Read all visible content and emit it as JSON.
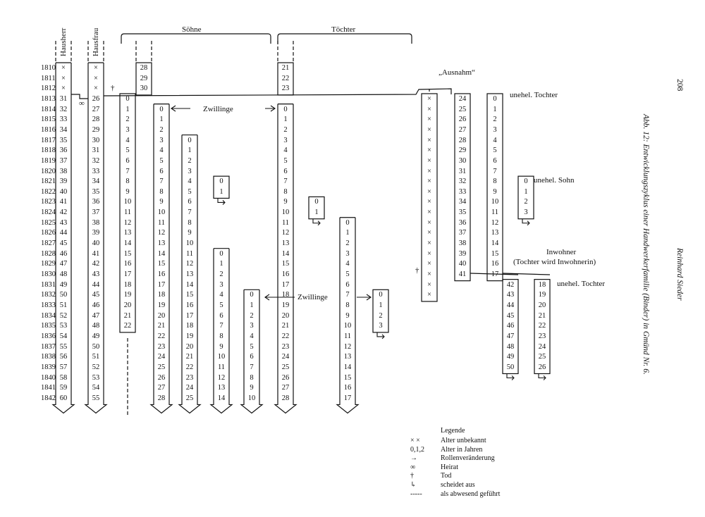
{
  "header": {
    "hausherr": "Hausherr",
    "hausfrau": "Hausfrau",
    "soehne": "Söhne",
    "toechter": "Töchter"
  },
  "page_number": "208",
  "author": "Reinhard Sieder",
  "caption": "Abb. 12: Entwicklungszyklus einer Handwerkerfamilie (Binder) in Gmünd Nr. 6.",
  "labels": {
    "zwillinge": "Zwillinge",
    "ausnahm": "„Ausnahm“",
    "unehel_tochter": "unehel. Tochter",
    "unehel_sohn": "unehel. Sohn",
    "inwohner": "Inwohner",
    "inwohner_sub": "(Tochter wird Inwohnerin)",
    "dagger": "†",
    "infinity": "∞"
  },
  "years": [
    "1810",
    "1811",
    "1812",
    "1813",
    "1814",
    "1815",
    "1816",
    "1817",
    "1818",
    "1819",
    "1820",
    "1821",
    "1822",
    "1823",
    "1824",
    "1825",
    "1826",
    "1827",
    "1828",
    "1829",
    "1830",
    "1831",
    "1832",
    "1833",
    "1834",
    "1835",
    "1836",
    "1837",
    "1838",
    "1839",
    "1840",
    "1841",
    "1842"
  ],
  "columns": [
    {
      "id": "hausherr",
      "start": 0,
      "values": [
        "×",
        "×",
        "×",
        "31",
        "32",
        "33",
        "34",
        "35",
        "36",
        "37",
        "38",
        "39",
        "40",
        "41",
        "42",
        "43",
        "44",
        "45",
        "46",
        "47",
        "48",
        "49",
        "50",
        "51",
        "52",
        "53",
        "54",
        "55",
        "56",
        "57",
        "58",
        "59",
        "60"
      ]
    },
    {
      "id": "hausfrau",
      "start": 0,
      "values": [
        "×",
        "×",
        "×",
        "26",
        "27",
        "28",
        "29",
        "30",
        "31",
        "32",
        "33",
        "34",
        "35",
        "36",
        "37",
        "38",
        "39",
        "40",
        "41",
        "42",
        "43",
        "44",
        "45",
        "46",
        "47",
        "48",
        "49",
        "50",
        "51",
        "52",
        "53",
        "54",
        "55"
      ]
    },
    {
      "id": "sohn-alt",
      "start": 0,
      "values": [
        "28",
        "29",
        "30"
      ]
    },
    {
      "id": "sohn1",
      "start": 3,
      "values": [
        "0",
        "1",
        "2",
        "3",
        "4",
        "5",
        "6",
        "7",
        "8",
        "9",
        "10",
        "11",
        "12",
        "13",
        "14",
        "15",
        "16",
        "17",
        "18",
        "19",
        "20",
        "21",
        "22"
      ]
    },
    {
      "id": "sohn2",
      "start": 4,
      "values": [
        "0",
        "1",
        "2",
        "3",
        "4",
        "5",
        "6",
        "7",
        "8",
        "9",
        "10",
        "11",
        "12",
        "13",
        "14",
        "15",
        "16",
        "17",
        "18",
        "19",
        "20",
        "21",
        "22",
        "23",
        "24",
        "25",
        "26",
        "27",
        "28"
      ]
    },
    {
      "id": "sohn3",
      "start": 7,
      "values": [
        "0",
        "1",
        "2",
        "3",
        "4",
        "5",
        "6",
        "7",
        "8",
        "9",
        "10",
        "11",
        "12",
        "13",
        "14",
        "15",
        "16",
        "17",
        "18",
        "19",
        "20",
        "21",
        "22",
        "23",
        "24",
        "25"
      ]
    },
    {
      "id": "sohn4",
      "start": 11,
      "values": [
        "0",
        "1"
      ]
    },
    {
      "id": "sohn5",
      "start": 18,
      "values": [
        "0",
        "1",
        "2",
        "3",
        "4",
        "5",
        "6",
        "7",
        "8",
        "9",
        "10",
        "11",
        "12",
        "13",
        "14"
      ]
    },
    {
      "id": "sohn6",
      "start": 22,
      "values": [
        "0",
        "1",
        "2",
        "3",
        "4",
        "5",
        "6",
        "7",
        "8",
        "9",
        "10"
      ]
    },
    {
      "id": "tochter-alt",
      "start": 0,
      "values": [
        "21",
        "22",
        "23"
      ]
    },
    {
      "id": "tochter1",
      "start": 4,
      "values": [
        "0",
        "1",
        "2",
        "3",
        "4",
        "5",
        "6",
        "7",
        "8",
        "9",
        "10",
        "11",
        "12",
        "13",
        "14",
        "15",
        "16",
        "17",
        "18",
        "19",
        "20",
        "21",
        "22",
        "23",
        "24",
        "25",
        "26",
        "27",
        "28"
      ]
    },
    {
      "id": "tochter2",
      "start": 13,
      "values": [
        "0",
        "1"
      ]
    },
    {
      "id": "tochter3",
      "start": 15,
      "values": [
        "0",
        "1",
        "2",
        "3",
        "4",
        "5",
        "6",
        "7",
        "8",
        "9",
        "10",
        "11",
        "12",
        "13",
        "14",
        "15",
        "16",
        "17"
      ]
    },
    {
      "id": "tochter4",
      "start": 22,
      "values": [
        "0",
        "1",
        "2",
        "3"
      ]
    },
    {
      "id": "ausnahm-x",
      "start": 3,
      "values": [
        "×",
        "×",
        "×",
        "×",
        "×",
        "×",
        "×",
        "×",
        "×",
        "×",
        "×",
        "×",
        "×",
        "×",
        "×",
        "×",
        "×",
        "×",
        "×",
        "×"
      ]
    },
    {
      "id": "ausnahm-age",
      "start": 3,
      "values": [
        "24",
        "25",
        "26",
        "27",
        "28",
        "29",
        "30",
        "31",
        "32",
        "33",
        "34",
        "35",
        "36",
        "37",
        "38",
        "39",
        "40",
        "41"
      ]
    },
    {
      "id": "unehel-tochter",
      "start": 3,
      "values": [
        "0",
        "1",
        "2",
        "3",
        "4",
        "5",
        "6",
        "7",
        "8",
        "9",
        "10",
        "11",
        "12",
        "13",
        "14",
        "15",
        "16",
        "17"
      ]
    },
    {
      "id": "unehel-sohn",
      "start": 11,
      "values": [
        "0",
        "1",
        "2",
        "3"
      ]
    },
    {
      "id": "inwohner-a",
      "start": 21,
      "values": [
        "42",
        "43",
        "44",
        "45",
        "46",
        "47",
        "48",
        "49",
        "50"
      ]
    },
    {
      "id": "inwohner-b",
      "start": 21,
      "values": [
        "18",
        "19",
        "20",
        "21",
        "22",
        "23",
        "24",
        "25",
        "26"
      ]
    }
  ],
  "legend": {
    "title": "Legende",
    "items": [
      {
        "symbol": "× ×",
        "text": "Alter unbekannt"
      },
      {
        "symbol": "0,1,2",
        "text": "Alter in Jahren"
      },
      {
        "symbol": "→",
        "text": "Rollenveränderung"
      },
      {
        "symbol": "∞",
        "text": "Heirat"
      },
      {
        "symbol": "†",
        "text": "Tod"
      },
      {
        "symbol": "↳",
        "text": "scheidet aus"
      },
      {
        "symbol": "-----",
        "text": "als abwesend geführt"
      }
    ]
  }
}
